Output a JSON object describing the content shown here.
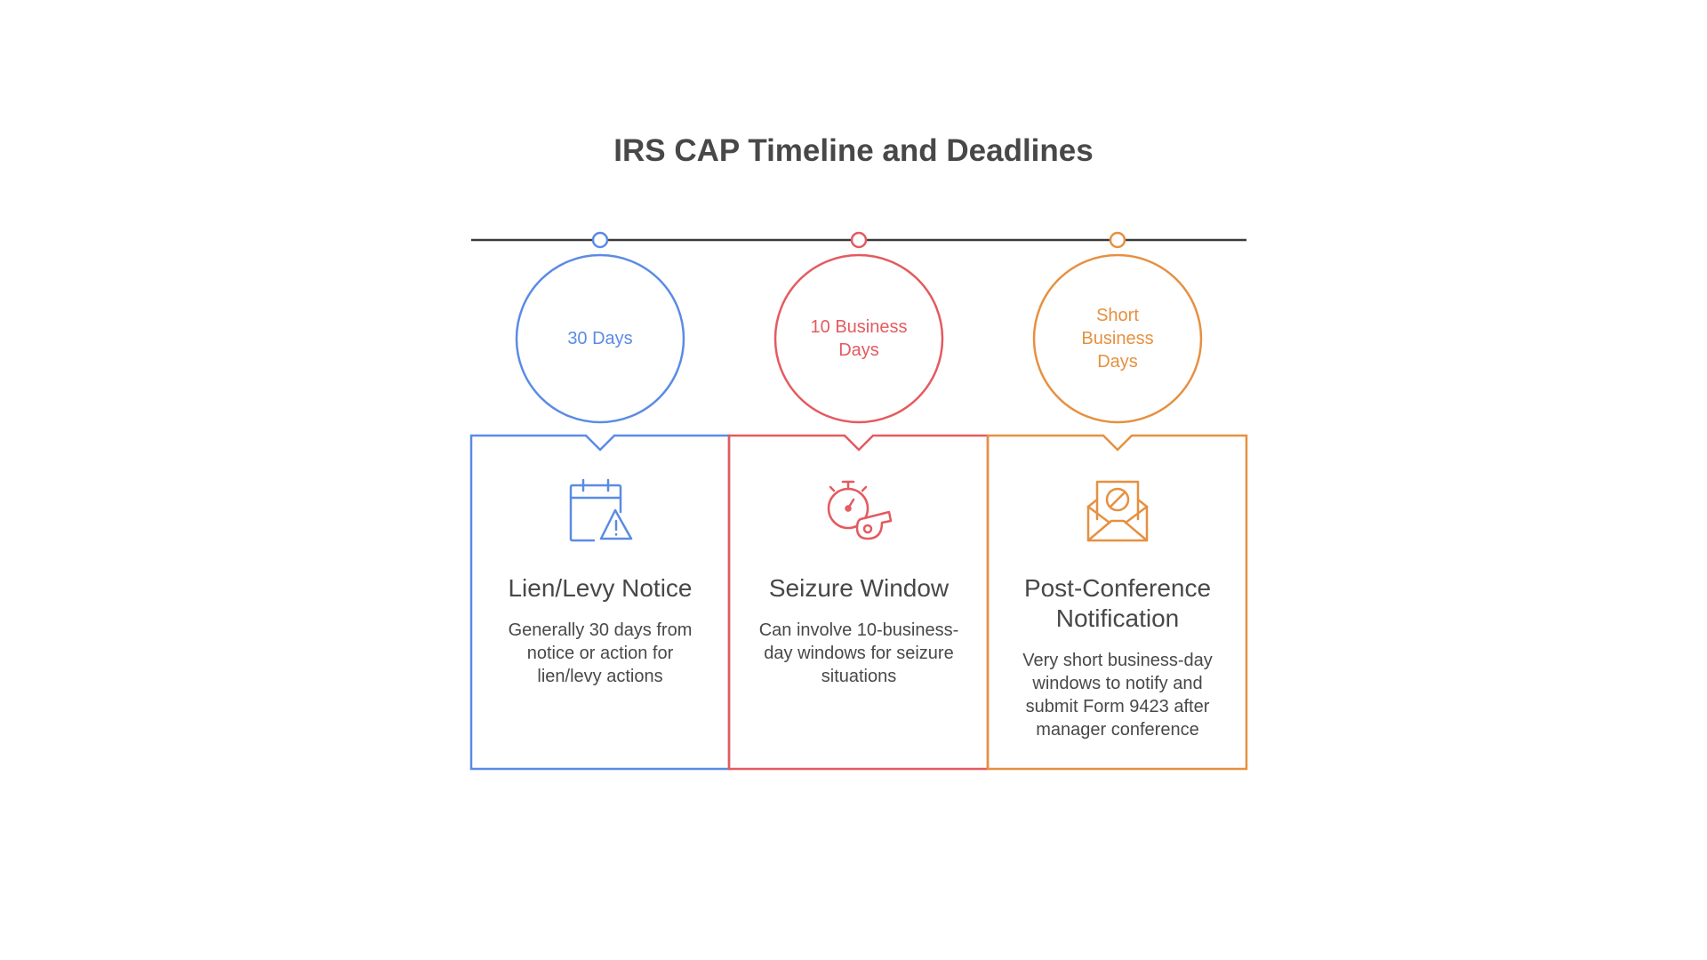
{
  "title": "IRS CAP Timeline and Deadlines",
  "colors": {
    "blue": "#5A8BE6",
    "red": "#E45A5F",
    "orange": "#E69040",
    "axis": "#3a3a3a",
    "text": "#484848"
  },
  "stages": [
    {
      "duration": "30 Days",
      "title": "Lien/Levy Notice",
      "description": "Generally 30 days from notice or action for lien/levy actions",
      "icon": "calendar-warning-icon",
      "color": "#5A8BE6"
    },
    {
      "duration": "10 Business Days",
      "title": "Seizure Window",
      "description": "Can involve 10-business-day windows for seizure situations",
      "icon": "stopwatch-whistle-icon",
      "color": "#E45A5F"
    },
    {
      "duration": "Short Business Days",
      "title": "Post-Conference Notification",
      "description": "Very short business-day windows to notify and submit Form 9423 after manager conference",
      "icon": "envelope-blocked-icon",
      "color": "#E69040"
    }
  ]
}
